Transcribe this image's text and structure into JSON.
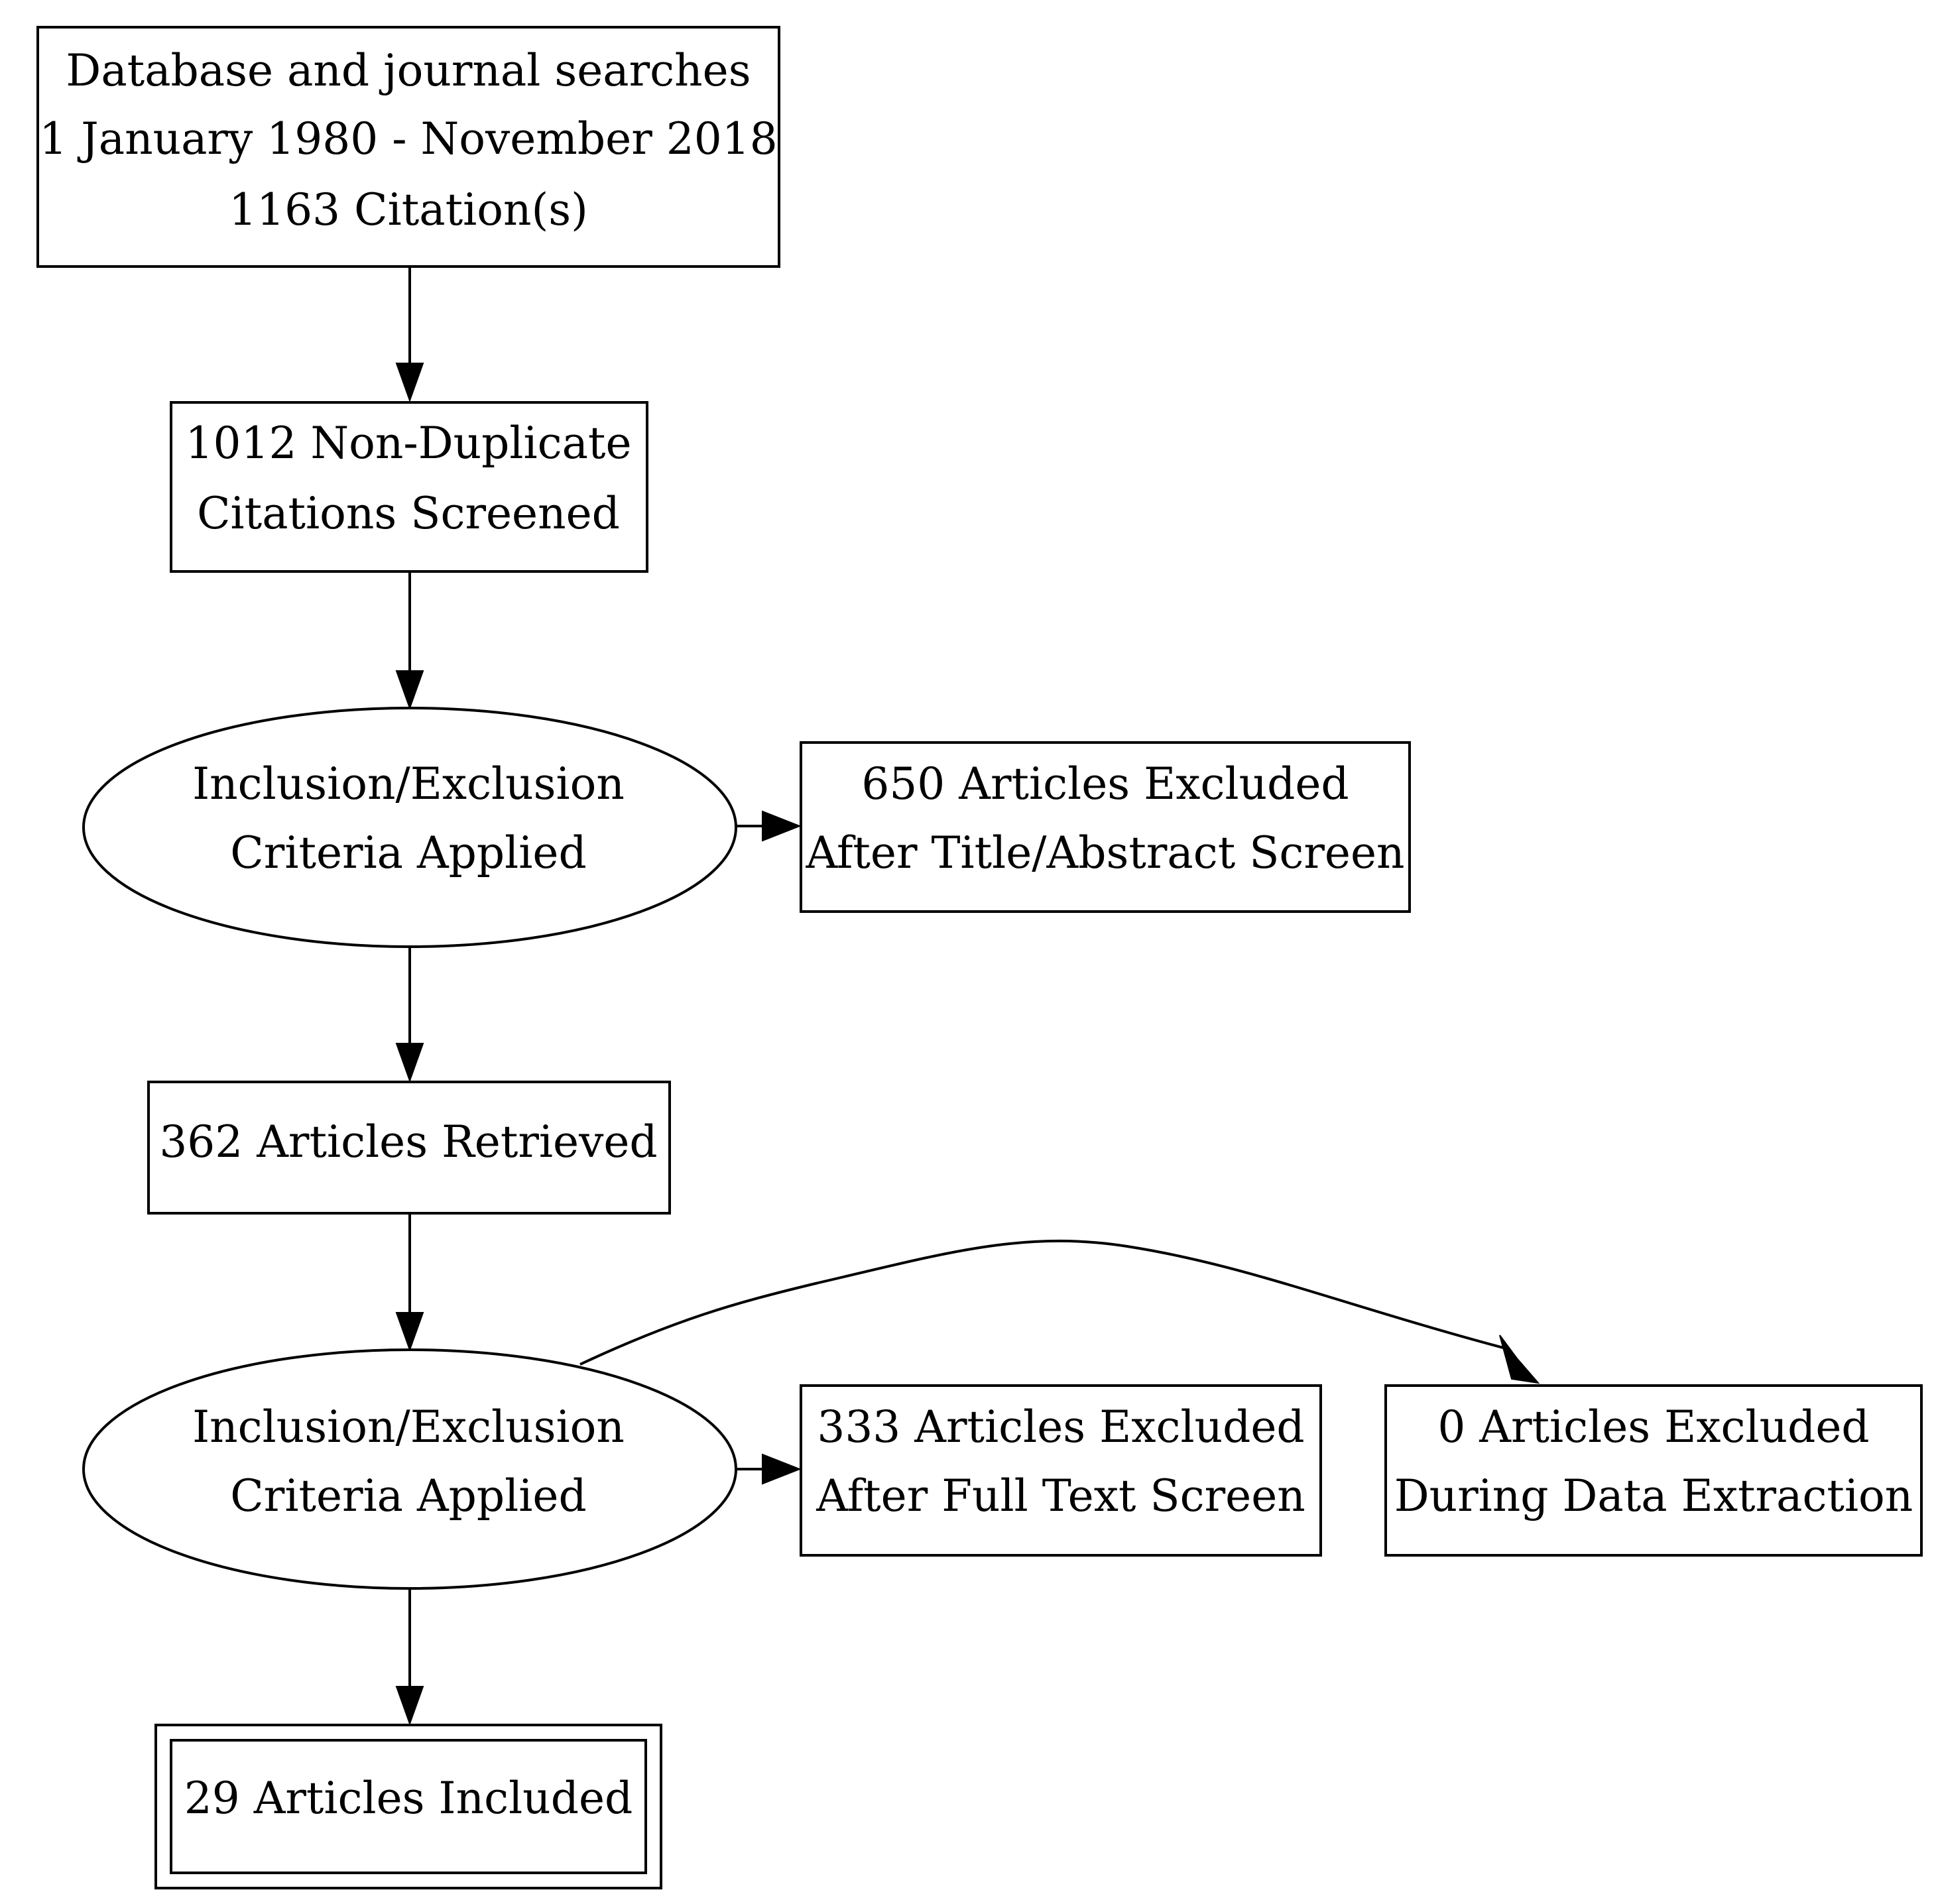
{
  "nodes": {
    "search": {
      "lines": [
        "Database and journal searches",
        "1 January 1980 - November 2018",
        "1163 Citation(s)"
      ]
    },
    "screened": {
      "lines": [
        "1012 Non-Duplicate",
        "Citations Screened"
      ]
    },
    "criteria_1": {
      "lines": [
        "Inclusion/Exclusion",
        "Criteria Applied"
      ]
    },
    "excluded_title": {
      "lines": [
        "650 Articles Excluded",
        "After Title/Abstract Screen"
      ]
    },
    "retrieved": {
      "lines": [
        "362 Articles Retrieved"
      ]
    },
    "criteria_2": {
      "lines": [
        "Inclusion/Exclusion",
        "Criteria Applied"
      ]
    },
    "excluded_fulltext": {
      "lines": [
        "333 Articles Excluded",
        "After Full Text Screen"
      ]
    },
    "excluded_extraction": {
      "lines": [
        "0 Articles Excluded",
        "During Data Extraction"
      ]
    },
    "included": {
      "lines": [
        "29 Articles Included"
      ]
    }
  }
}
